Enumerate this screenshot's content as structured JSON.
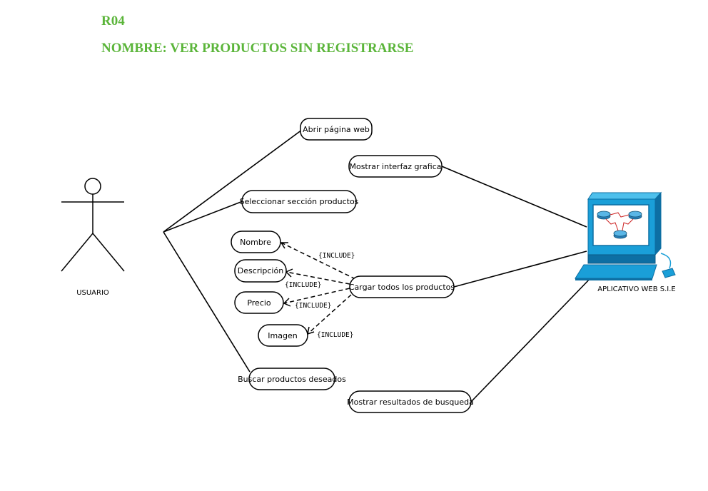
{
  "header": {
    "code": "R04",
    "name": "NOMBRE: VER PRODUCTOS SIN REGISTRARSE"
  },
  "actors": {
    "user": "USUARIO",
    "system": "APLICATIVO WEB S.I.E"
  },
  "use_cases": {
    "abrir": "Abrir página web",
    "mostrar_interfaz": "Mostrar interfaz grafica",
    "seleccionar": "Seleccionar sección productos",
    "nombre": "Nombre",
    "descripcion": "Descripción",
    "precio": "Precio",
    "imagen": "Imagen",
    "cargar": "Cargar todos los productos",
    "buscar": "Buscar productos deseados",
    "mostrar_resultados": "Mostrar resultados de busqueda"
  },
  "include_label": "{INCLUDE}",
  "colors": {
    "heading": "#5bb53a",
    "monitor": "#1a9fd8",
    "monitor_dark": "#0d6fa3"
  }
}
